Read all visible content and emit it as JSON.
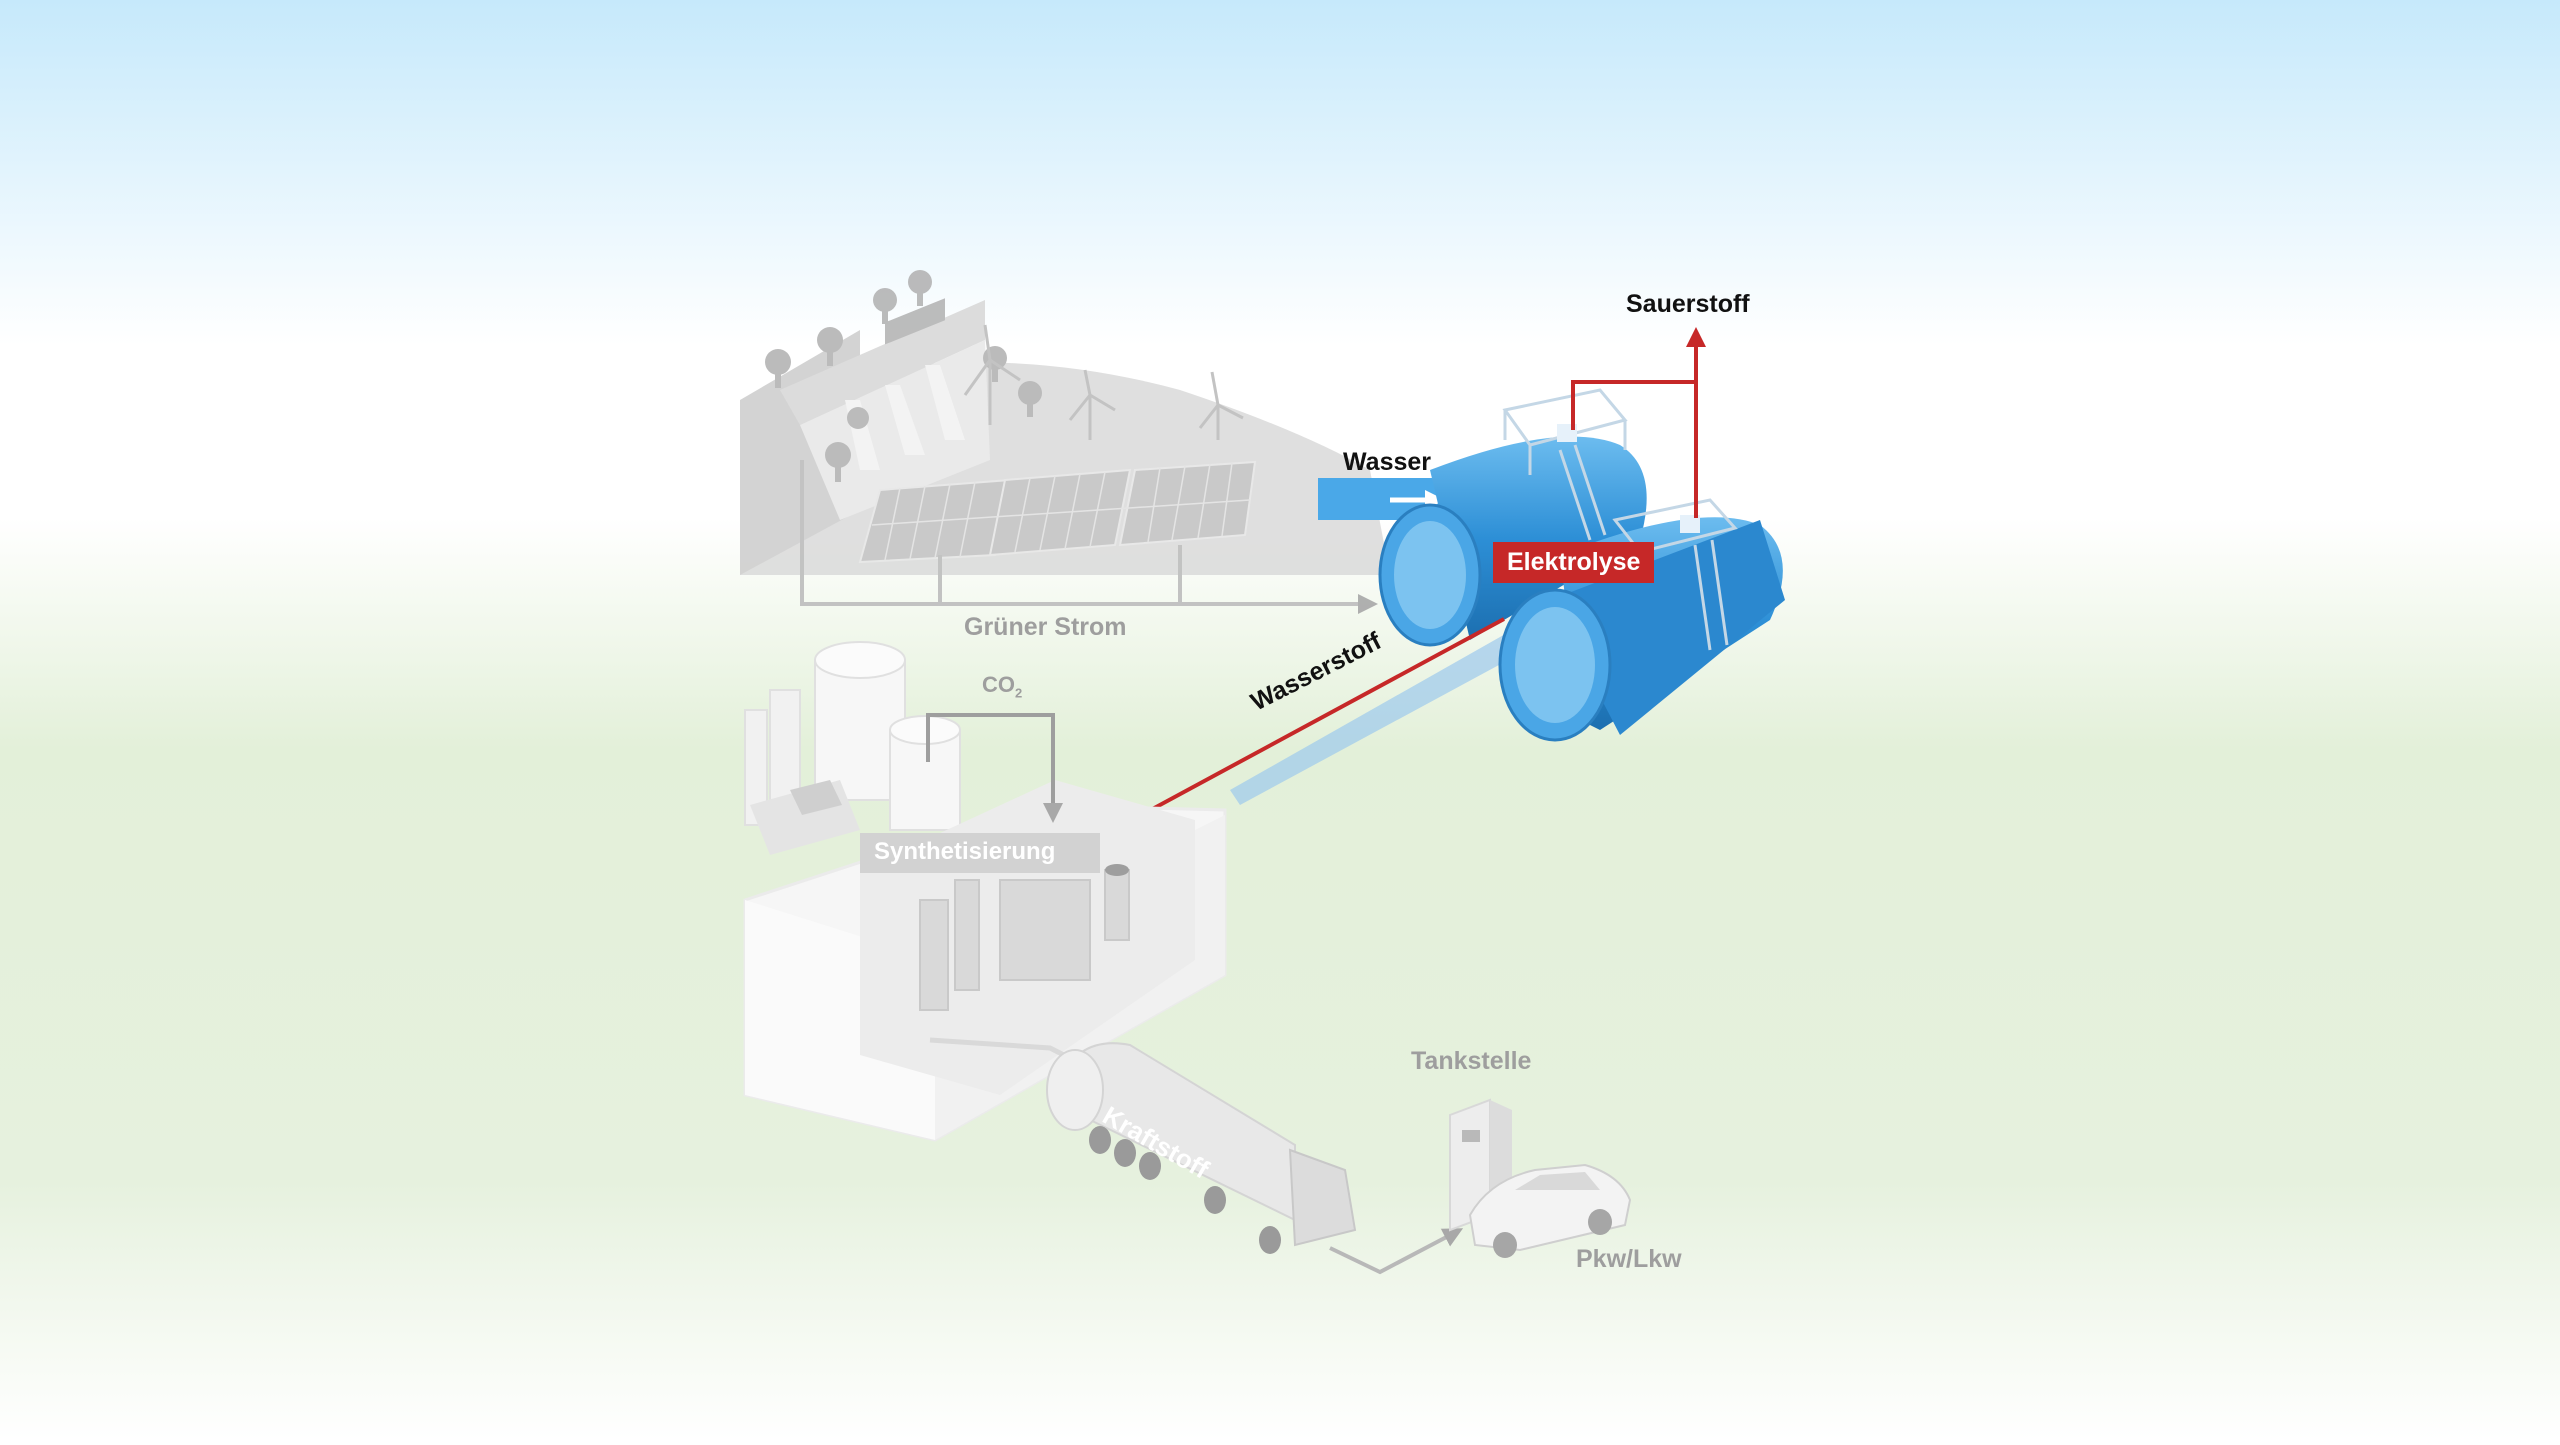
{
  "labels": {
    "wasser": "Wasser",
    "sauerstoff": "Sauerstoff",
    "elektrolyse": "Elektrolyse",
    "wasserstoff": "Wasserstoff",
    "gruener_strom": "Grüner Strom",
    "co2_main": "CO",
    "co2_sub": "2",
    "synthetisierung": "Synthetisierung",
    "kraftstoff": "Kraftstoff",
    "tankstelle": "Tankstelle",
    "pkw_lkw": "Pkw/Lkw"
  },
  "colors": {
    "sky_top": "#c6e9fb",
    "mid": "#ffffff",
    "ground": "#deedd2",
    "tank_blue": "#2a8fd4",
    "tank_light": "#5fb3ea",
    "red_arrow": "#c62828",
    "grey_dark": "#a8a8a8",
    "grey_light": "#d6d6d6"
  },
  "icons": [
    "solar-panel-icon",
    "wind-turbine-icon",
    "dam-icon",
    "tree-icon",
    "electrolysis-tank-icon",
    "factory-icon",
    "tanker-truck-icon",
    "fuel-pump-icon",
    "car-icon"
  ]
}
